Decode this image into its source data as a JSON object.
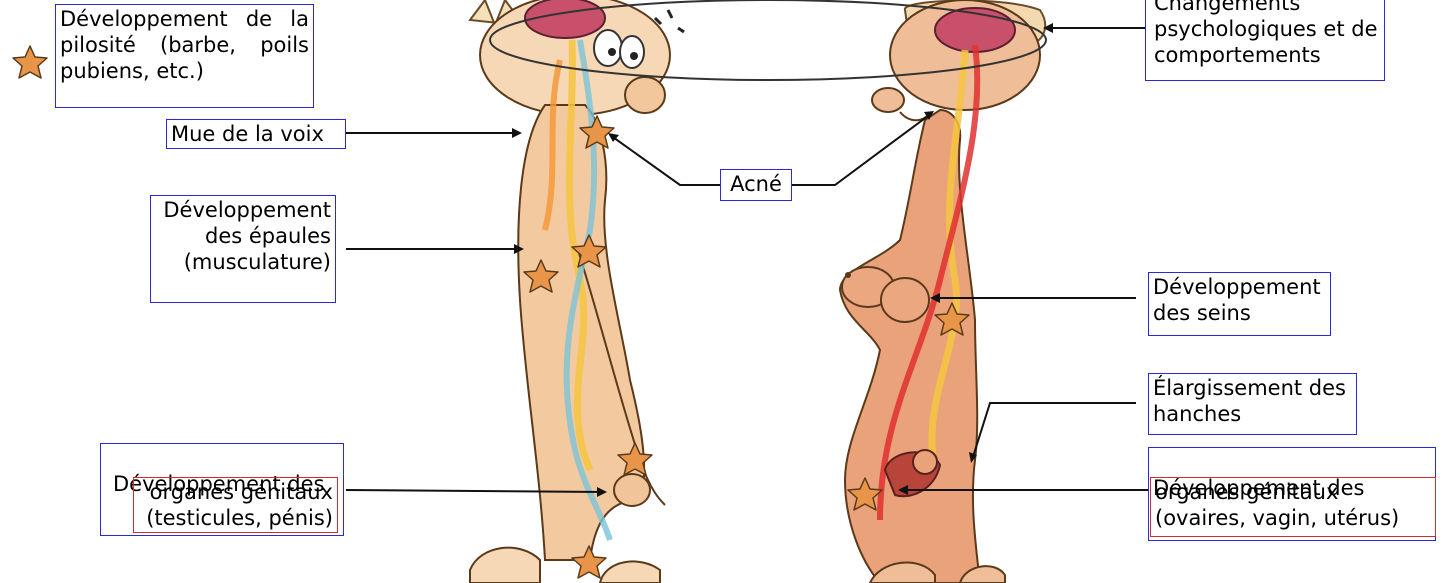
{
  "legend": {
    "star_meaning": "Développement de la pilosité (barbe, poils pubiens, etc.)"
  },
  "male_labels": {
    "voice": "Mue de la voix",
    "shoulders": "Développement des épaules (musculature)",
    "genitals_title": "Développement des",
    "genitals_detail": "organes génitaux (testicules, pénis)"
  },
  "shared_labels": {
    "acne": "Acné",
    "psych": "Changements psychologiques et de comportements"
  },
  "female_labels": {
    "breasts": "Développement des seins",
    "hips": "Élargissement des hanches",
    "genitals_title": "Développement des",
    "genitals_detail": "organes génitaux (ovaires, vagin, utérus)"
  },
  "colors": {
    "box_border": "#2b2bd6",
    "highlight_border": "#d62b2b",
    "star_fill": "#e8954a",
    "skin_male": "#f3c9a0",
    "skin_female": "#e9a27a"
  }
}
